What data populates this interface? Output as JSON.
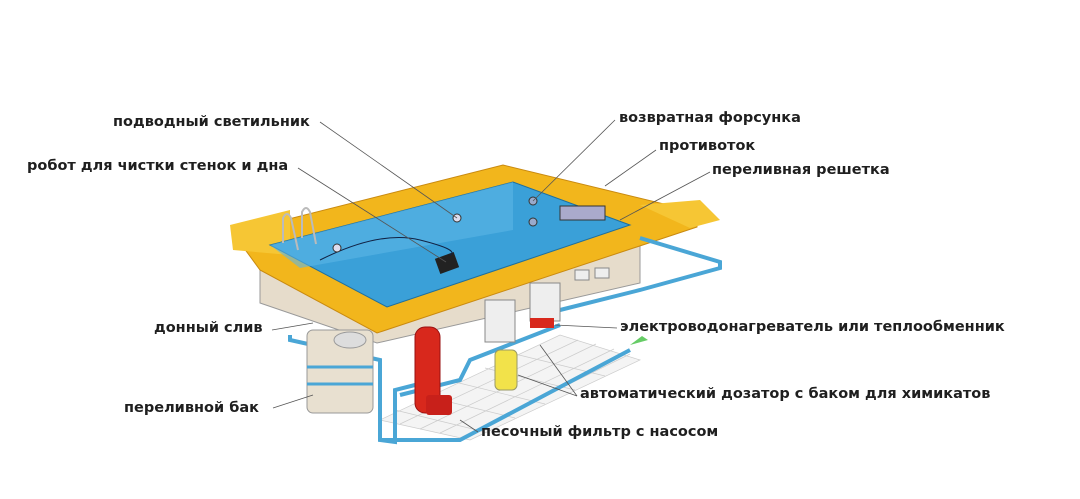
{
  "labels": {
    "underwater_light": "подводный светильник",
    "return_nozzle": "возвратная форсунка",
    "counterflow": "противоток",
    "cleaning_robot": "робот для чистки стенок и дна",
    "overflow_grate": "переливная решетка",
    "bottom_drain": "донный слив",
    "heater": "электроводонагреватель или теплообменник",
    "overflow_tank": "переливной бак",
    "chemical_dosing": "автоматический дозатор с баком для химикатов",
    "sand_filter": "песочный фильтр с насосом"
  },
  "colors": {
    "water": "#3aa0d8",
    "rim": "#f2b61c",
    "pipe": "#4aa6d6",
    "filter": "#d8281c",
    "dosing_tank": "#f2e24a",
    "body": "#e6dccb"
  }
}
